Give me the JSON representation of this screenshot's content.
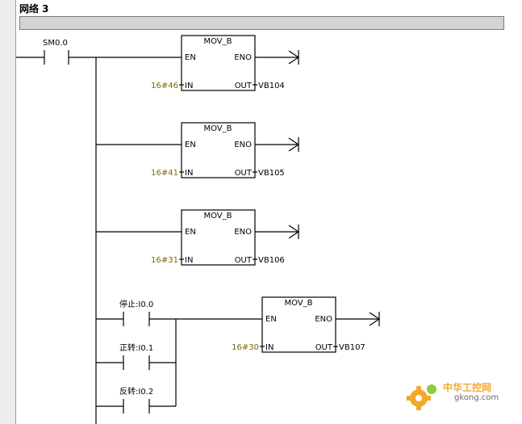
{
  "network": {
    "title": "网络 3"
  },
  "contacts": {
    "main": "SM0.0",
    "stop": "停止:I0.0",
    "forward": "正转:I0.1",
    "reverse": "反转:I0.2"
  },
  "boxes": [
    {
      "name": "MOV_B",
      "en": "EN",
      "eno": "ENO",
      "in_label": "IN",
      "out_label": "OUT",
      "in_value": "16#46",
      "out_value": "VB104"
    },
    {
      "name": "MOV_B",
      "en": "EN",
      "eno": "ENO",
      "in_label": "IN",
      "out_label": "OUT",
      "in_value": "16#41",
      "out_value": "VB105"
    },
    {
      "name": "MOV_B",
      "en": "EN",
      "eno": "ENO",
      "in_label": "IN",
      "out_label": "OUT",
      "in_value": "16#31",
      "out_value": "VB106"
    },
    {
      "name": "MOV_B",
      "en": "EN",
      "eno": "ENO",
      "in_label": "IN",
      "out_label": "OUT",
      "in_value": "16#30",
      "out_value": "VB107"
    }
  ],
  "watermark": {
    "title": "中华工控网",
    "url": "gkong.com"
  },
  "colors": {
    "constant": "#7a6a00",
    "watermark": "#f2a92a",
    "comment_bar": "#d4d4d4"
  }
}
